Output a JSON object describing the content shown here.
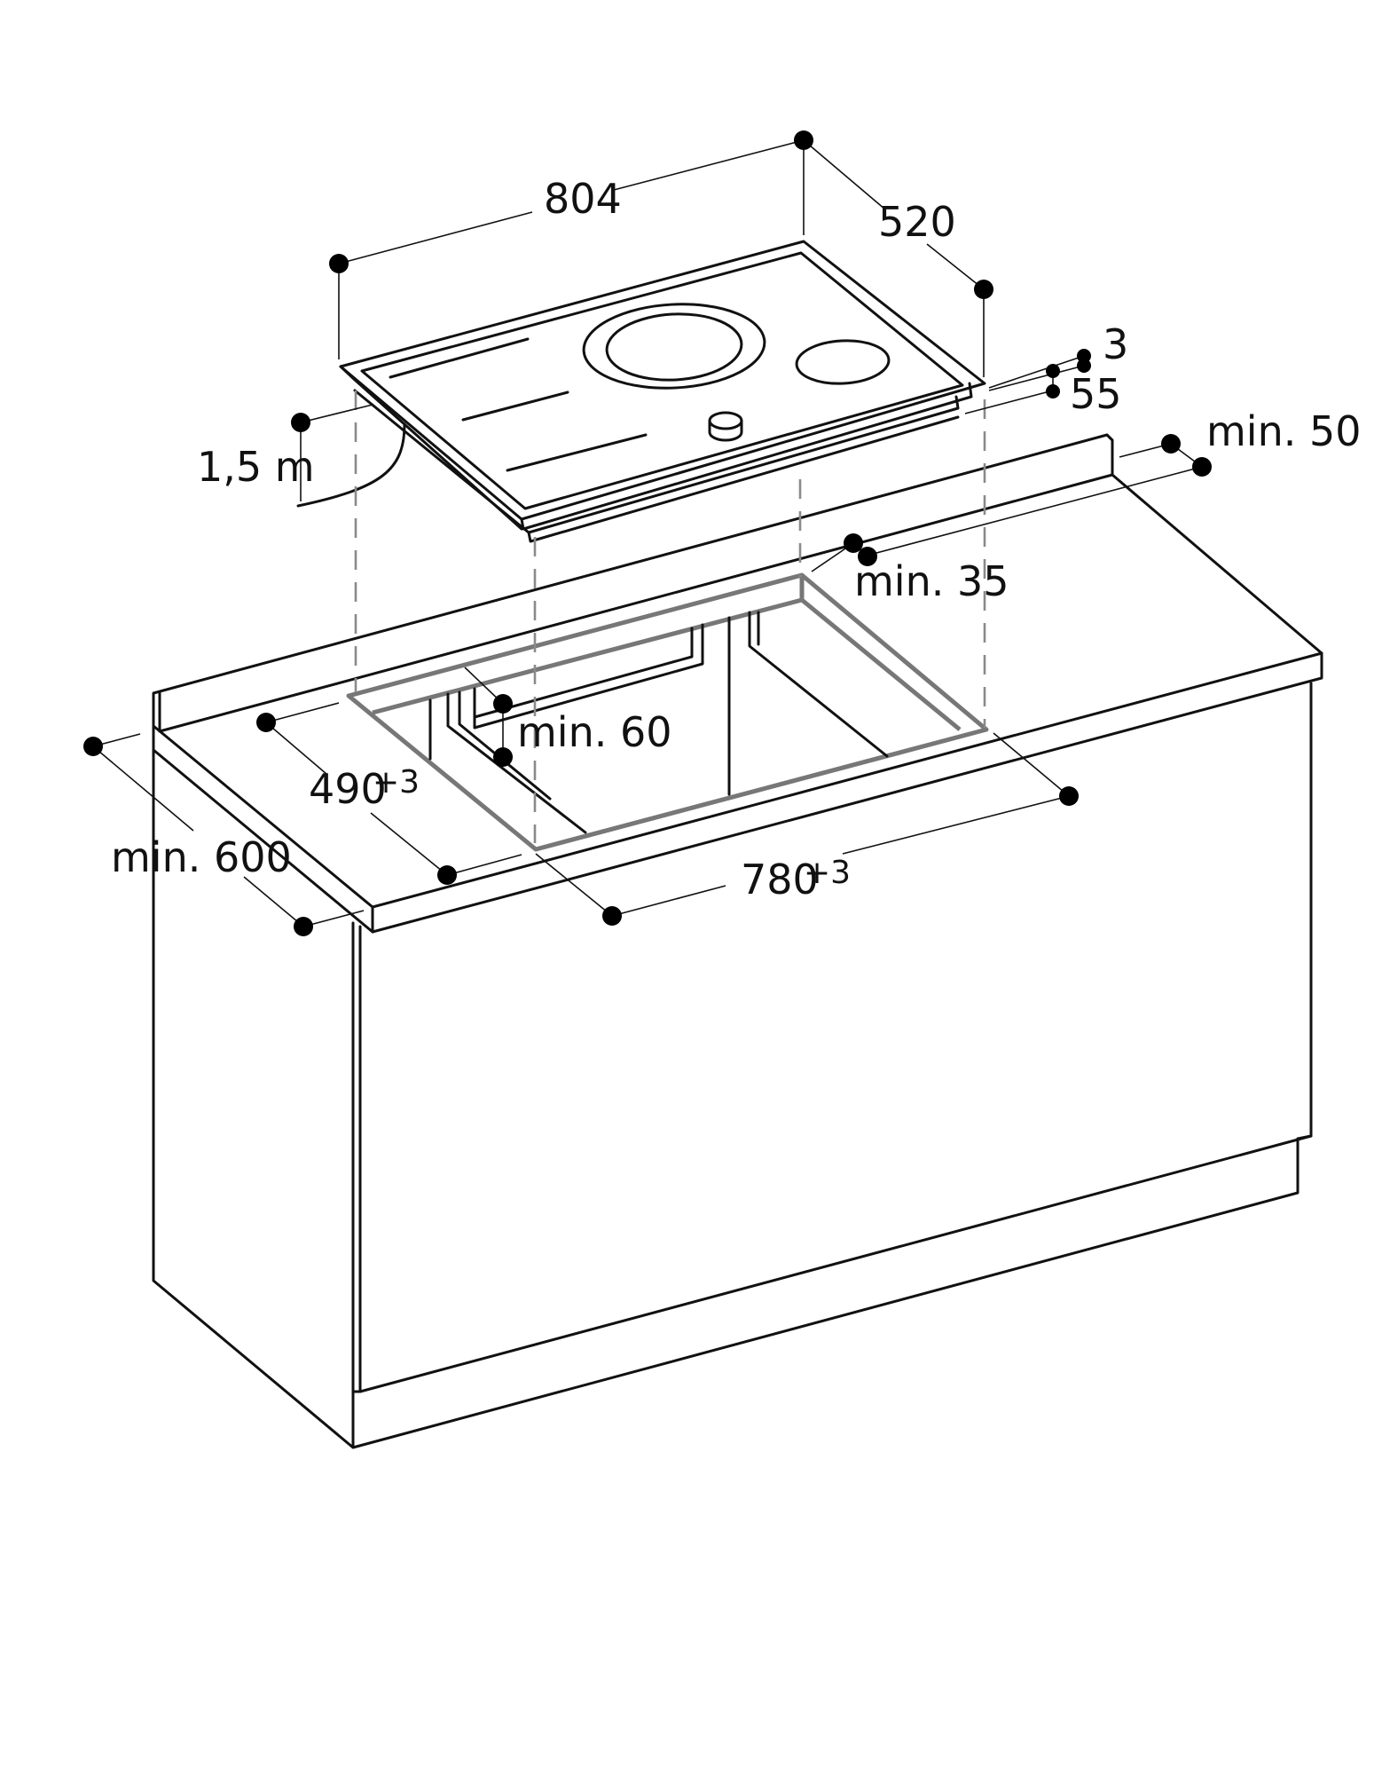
{
  "dimensions": {
    "hob_width": "804",
    "hob_depth": "520",
    "glass_thickness": "3",
    "installation_depth": "55",
    "cable_length": "1,5 m",
    "rear_clearance": "min. 50",
    "front_edge_gap": "min. 35",
    "partition_gap": "min. 60",
    "cutout_depth": "490",
    "cutout_depth_tolerance": "+3",
    "cutout_width": "780",
    "cutout_width_tolerance": "+3",
    "worktop_depth": "min. 600"
  },
  "colors": {
    "line": "#111111",
    "cutout_outline": "#777777",
    "projection_dash": "#8a8a8a"
  }
}
